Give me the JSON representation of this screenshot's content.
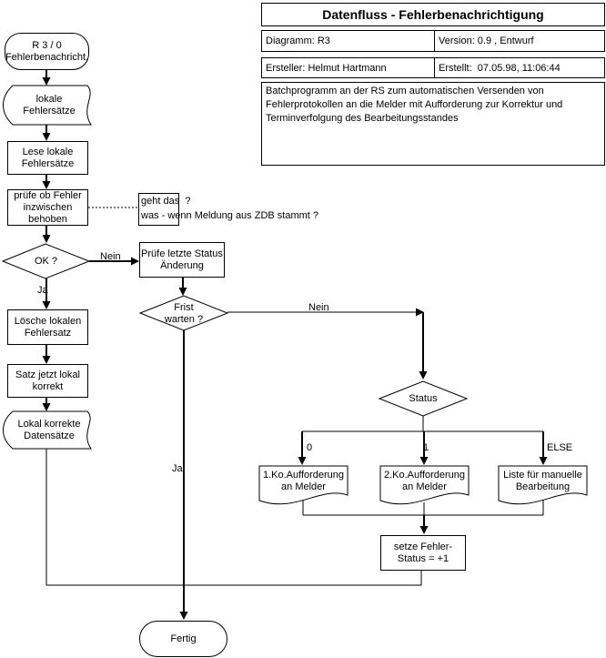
{
  "colors": {
    "line": "#000000",
    "background": "#ffffff",
    "text": "#000000"
  },
  "header_table": {
    "title": "Datenfluss - Fehlerbenachrichtigung",
    "diagram": "Diagramm: R3",
    "version": "Version: 0.9 , Entwurf",
    "author": "Ersteller: Helmut Hartmann",
    "created": "Erstellt:  07.05.98, 11:06:44",
    "description": "Batchprogramm an der RS zum automatischen Versenden von\nFehlerprotokollen an die Melder mit Aufforderung zur Korrektur und\nTerminverfolgung des Bearbeitungsstandes"
  },
  "flowchart": {
    "nodes": {
      "start": "R 3 / 0\nFehlerbenachricht.",
      "local_error_records": "lokale\nFehlersätze",
      "read_local_errors": "Lese lokale\nFehlersätze",
      "check_fixed": "prüfe ob Fehler\ninzwischen\nbehoben",
      "ok_decision": "OK ?",
      "check_last_status": "Prüfe letzte Status\nÄnderung",
      "wait_deadline_decision": "Frist\nwarten ?",
      "delete_local_error": "Lösche lokalen\nFehlersatz",
      "record_now_correct": "Satz jetzt lokal\nkorrekt",
      "locally_correct_records": "Lokal korrekte\nDatensätze",
      "status_decision": "Status",
      "doc_first_request": "1.Ko.Aufforderung\nan Melder",
      "doc_second_request": "2.Ko.Aufforderung\nan Melder",
      "doc_manual_list": "Liste für manuelle\nBearbeitung",
      "increment_status": "setze Fehler-\nStatus = +1",
      "end": "Fertig"
    },
    "annotation": "geht das  ?\nwas - wenn Meldung aus ZDB stammt ?",
    "edge_labels": {
      "ok_no": "Nein",
      "ok_yes": "Ja",
      "deadline_no": "Nein",
      "deadline_yes": "Ja",
      "status_0": "0",
      "status_1": "1",
      "status_else": "ELSE"
    }
  }
}
